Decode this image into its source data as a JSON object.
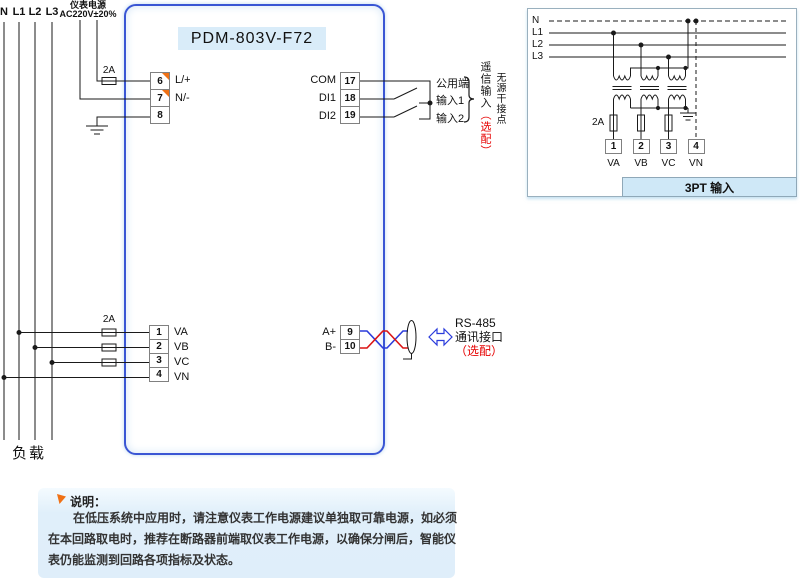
{
  "device": {
    "title": "PDM-803V-F72"
  },
  "left_bus": {
    "labels": [
      "N",
      "L1",
      "L2",
      "L3"
    ],
    "load_label": "负载"
  },
  "power": {
    "label_line1": "仪表电源",
    "label_line2": "AC220V±20%",
    "fuse_label": "2A",
    "terminals": [
      {
        "no": "6",
        "label": "L/+"
      },
      {
        "no": "7",
        "label": "N/-"
      },
      {
        "no": "8",
        "label": ""
      }
    ]
  },
  "di": {
    "terminals": [
      {
        "label": "COM",
        "no": "17"
      },
      {
        "label": "DI1",
        "no": "18"
      },
      {
        "label": "DI2",
        "no": "19"
      }
    ],
    "contact_labels": [
      "公用端",
      "输入1",
      "输入2"
    ],
    "group_label": "遥信输入",
    "group_optional": "（选配）",
    "side_note": "无源干接点"
  },
  "voltage_in": {
    "fuse_label": "2A",
    "terminals": [
      {
        "no": "1",
        "label": "VA"
      },
      {
        "no": "2",
        "label": "VB"
      },
      {
        "no": "3",
        "label": "VC"
      },
      {
        "no": "4",
        "label": "VN"
      }
    ]
  },
  "rs485": {
    "terminals": [
      {
        "label": "A+",
        "no": "9"
      },
      {
        "label": "B-",
        "no": "10"
      }
    ],
    "line1": "RS-485",
    "line2": "通讯接口",
    "optional": "（选配）"
  },
  "pt_box": {
    "bus_labels": [
      "N",
      "L1",
      "L2",
      "L3"
    ],
    "fuse_label": "2A",
    "terminals": [
      {
        "no": "1",
        "label": "VA"
      },
      {
        "no": "2",
        "label": "VB"
      },
      {
        "no": "3",
        "label": "VC"
      },
      {
        "no": "4",
        "label": "VN"
      }
    ],
    "caption": "3PT 输入"
  },
  "note": {
    "title": "说明：",
    "lines": [
      "在低压系统中应用时，请注意仪表工作电源建议单独取可靠电源，如必须",
      "在本回路取电时，推荐在断路器前端取仪表工作电源，以确保分闸后，智能仪",
      "表仍能监测到回路各项指标及状态。"
    ]
  },
  "colors": {
    "device_border": "#3a56d4",
    "title_bg": "#d9ecf9",
    "optional_red": "#e60000",
    "wire_blue": "#2b3cdc",
    "wire_red": "#dc1414",
    "accent_orange": "#f07115",
    "note_bg": "#dfeefa",
    "pt_caption_bg": "#cfe8f7"
  }
}
